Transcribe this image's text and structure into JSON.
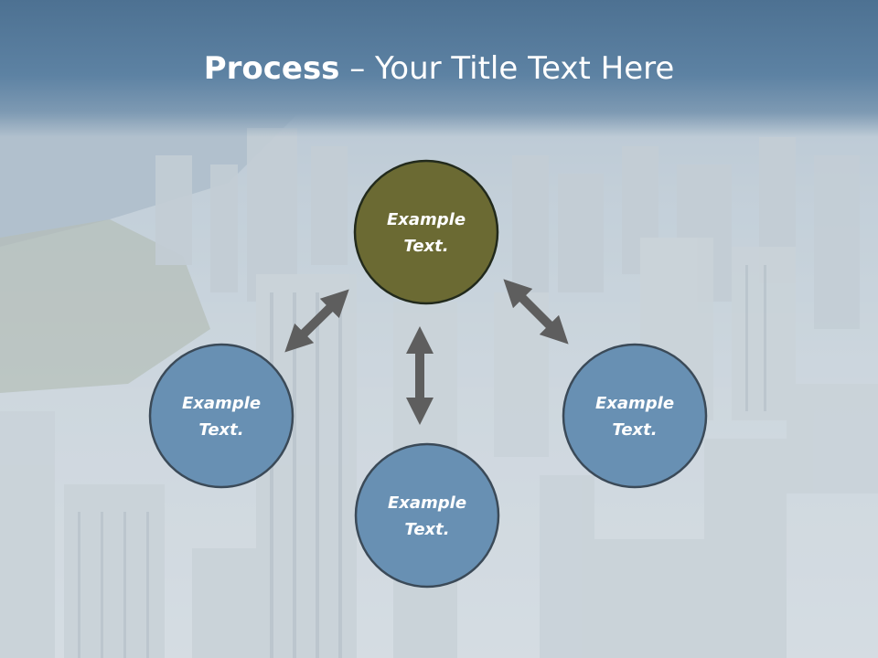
{
  "slide": {
    "title_bold": "Process",
    "title_rest": " – Your Title Text Here"
  },
  "diagram": {
    "nodes": [
      {
        "id": "top",
        "line1": "Example",
        "line2": "Text.",
        "color": "#6b6a33"
      },
      {
        "id": "left",
        "line1": "Example",
        "line2": "Text.",
        "color": "#6890b3"
      },
      {
        "id": "right",
        "line1": "Example",
        "line2": "Text.",
        "color": "#6890b3"
      },
      {
        "id": "bottom",
        "line1": "Example",
        "line2": "Text.",
        "color": "#6890b3"
      }
    ],
    "arrow_color": "#5e5e5e",
    "node_border_color": "#3b4a58"
  }
}
